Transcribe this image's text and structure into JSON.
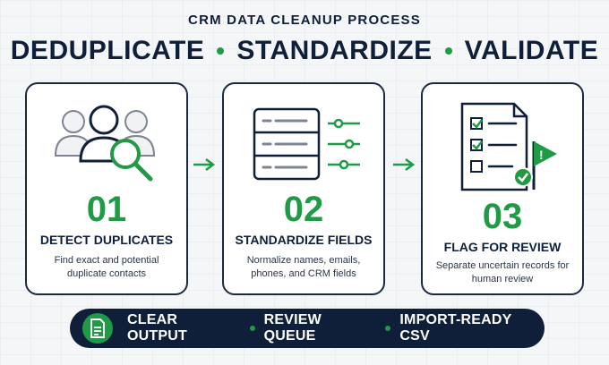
{
  "header": {
    "eyebrow": "CRM DATA CLEANUP PROCESS",
    "steps": [
      "DEDUPLICATE",
      "STANDARDIZE",
      "VALIDATE"
    ]
  },
  "cards": [
    {
      "number": "01",
      "title": "DETECT DUPLICATES",
      "description": "Find exact and potential duplicate contacts",
      "icon": "people-search-icon"
    },
    {
      "number": "02",
      "title": "STANDARDIZE FIELDS",
      "description": "Normalize names, emails, phones, and CRM fields",
      "icon": "fields-sliders-icon"
    },
    {
      "number": "03",
      "title": "FLAG FOR REVIEW",
      "description": "Separate uncertain records for human review",
      "icon": "checklist-flag-icon"
    }
  ],
  "footer": {
    "icon": "document-icon",
    "items": [
      "CLEAR OUTPUT",
      "REVIEW QUEUE",
      "IMPORT-READY CSV"
    ]
  },
  "colors": {
    "navy": "#0f1f3a",
    "green": "#1f9a45",
    "card_bg": "#ffffff"
  }
}
